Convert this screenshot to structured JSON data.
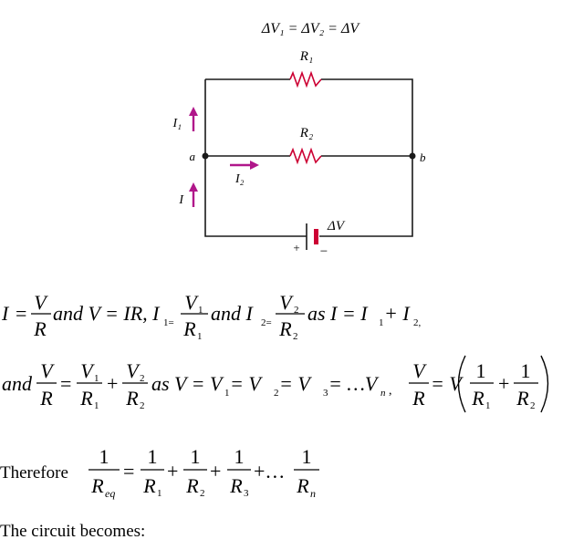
{
  "figure": {
    "title": "ΔV₁ = ΔV₂ = ΔV",
    "r1_label": "R₁",
    "r2_label": "R₂",
    "i1_label": "I₁",
    "i2_label": "I₂",
    "i_label": "I",
    "node_a": "a",
    "node_b": "b",
    "dv_label": "ΔV",
    "plus": "+",
    "minus": "−",
    "wire_color": "#1a1a1a",
    "resistor_color": "#cc0033",
    "arrow_color": "#b0168a"
  },
  "eq1": {
    "I": "I",
    "eq": "=",
    "V": "V",
    "R": "R",
    "and_v": "and V = IR, I",
    "sub_1eq": "1=",
    "V1": "V",
    "V1_sub": "1",
    "R1": "R",
    "R1_sub": "1",
    "and_i2": "and I",
    "sub_2eq": "2=",
    "V2": "V",
    "V2_sub": "2",
    "R2": "R",
    "R2_sub": "2",
    "as_text": "as I = I",
    "sub_a": "1",
    "plus_i": " + I",
    "sub_b": "2,"
  },
  "eq2": {
    "and": "and",
    "V": "V",
    "R": "R",
    "eq": "=",
    "V1": "V",
    "V1_sub": "1",
    "R1": "R",
    "R1_sub": "1",
    "plus": "+",
    "V2": "V",
    "V2_sub": "2",
    "R2": "R",
    "R2_sub": "2",
    "as_text": "as V = V",
    "s1": "1",
    "mid1": " = V",
    "s2": "2",
    "mid2": " = V",
    "s3": "3",
    "tail": " = …V",
    "sn": "n",
    "comma": ",",
    "rV": "V",
    "rR": "R",
    "req": "= V",
    "one_a": "1",
    "ra": "R",
    "ra_sub": "1",
    "rplus": "+",
    "one_b": "1",
    "rb": "R",
    "rb_sub": "2"
  },
  "eq3": {
    "therefore": "Therefore",
    "one0": "1",
    "Req": "R",
    "Req_sub": "eq",
    "eq": "=",
    "one1": "1",
    "R1": "R",
    "R1_sub": "1",
    "p1": "+",
    "one2": "1",
    "R2": "R",
    "R2_sub": "2",
    "p2": "+",
    "one3": "1",
    "R3": "R",
    "R3_sub": "3",
    "p3": "+…",
    "one4": "1",
    "Rn": "R",
    "Rn_sub": "n"
  },
  "footer": {
    "text": "The circuit becomes:"
  }
}
